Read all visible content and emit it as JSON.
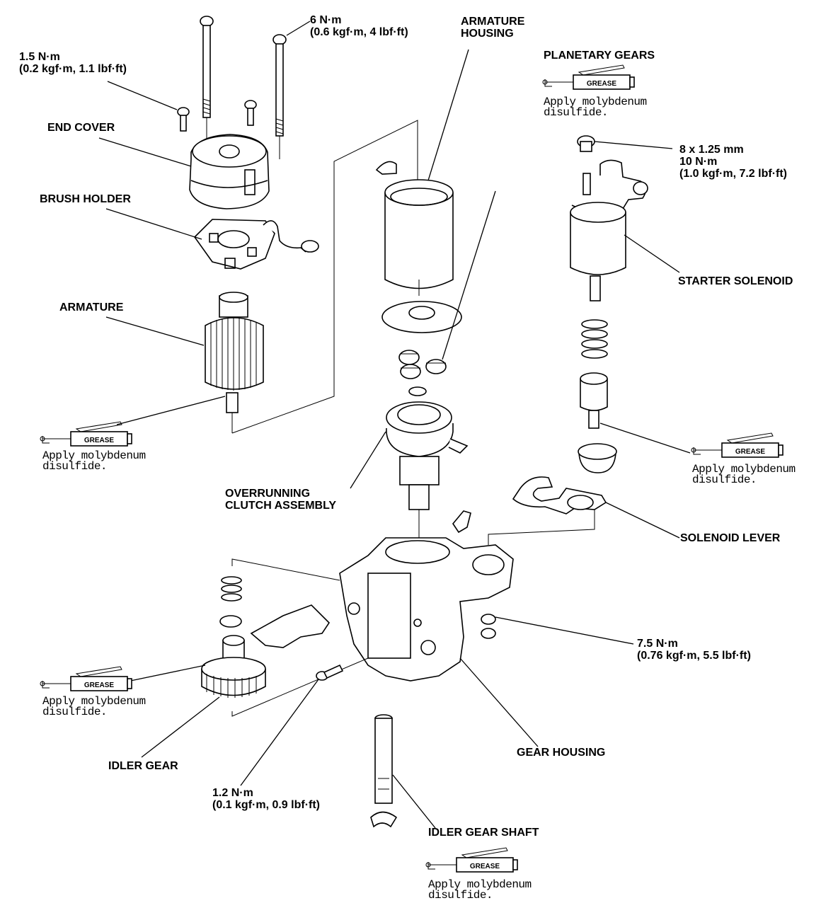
{
  "labels": {
    "torque_6nm_1": "6 N·m",
    "torque_6nm_2": "(0.6 kgf·m, 4 lbf·ft)",
    "torque_15nm_1": "1.5 N·m",
    "torque_15nm_2": "(0.2 kgf·m, 1.1 lbf·ft)",
    "end_cover": "END COVER",
    "brush_holder": "BRUSH HOLDER",
    "armature": "ARMATURE",
    "armature_housing_1": "ARMATURE",
    "armature_housing_2": "HOUSING",
    "planetary_gears": "PLANETARY GEARS",
    "bolt_8x125_1": "8 x 1.25 mm",
    "bolt_8x125_2": "10 N·m",
    "bolt_8x125_3": "(1.0 kgf·m, 7.2 lbf·ft)",
    "starter_solenoid": "STARTER SOLENOID",
    "overrunning_1": "OVERRUNNING",
    "overrunning_2": "CLUTCH ASSEMBLY",
    "solenoid_lever": "SOLENOID LEVER",
    "torque_75nm_1": "7.5 N·m",
    "torque_75nm_2": "(0.76 kgf·m, 5.5 lbf·ft)",
    "gear_housing": "GEAR HOUSING",
    "idler_gear": "IDLER GEAR",
    "torque_12nm_1": "1.2 N·m",
    "torque_12nm_2": "(0.1 kgf·m, 0.9 lbf·ft)",
    "idler_gear_shaft": "IDLER GEAR SHAFT"
  },
  "grease": {
    "tag": "GREASE",
    "note_line1": "Apply molybdenum",
    "note_line2": "disulfide."
  }
}
